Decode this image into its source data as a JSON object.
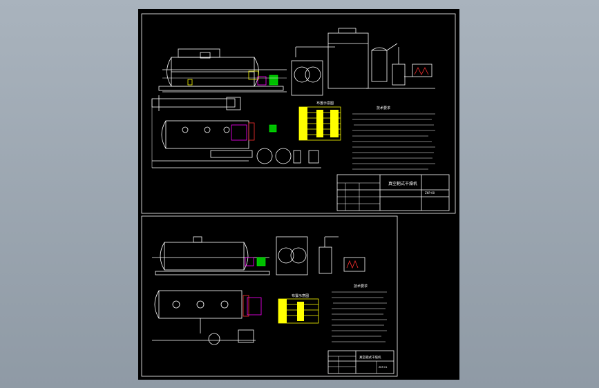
{
  "drawing": {
    "sheet1": {
      "table_title": "布置示意图",
      "title_block_title": "真空耙式干燥机",
      "drawing_no": "ZKP-00",
      "notes_title": "技术要求"
    },
    "sheet2": {
      "table_title": "布置示意图",
      "title_block_title": "真空耙式干燥机",
      "drawing_no": "ZKP-01",
      "notes_title": "技术要求"
    }
  },
  "colors": {
    "background": "#000000",
    "line": "#ffffff",
    "highlight": "#ffff00",
    "motor": "#00c000",
    "reducer": "#ff00ff",
    "piping": "#ff3030"
  }
}
